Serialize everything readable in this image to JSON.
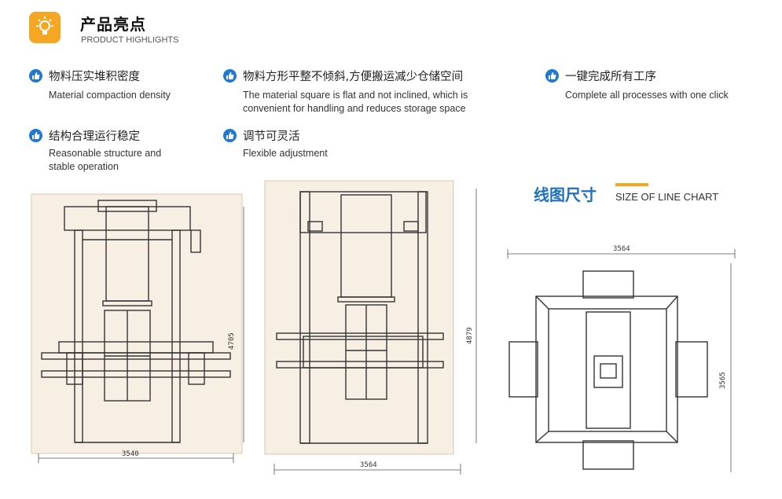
{
  "header": {
    "title": "产品亮点",
    "subtitle": "PRODUCT HIGHLIGHTS",
    "logo_icon": "lightbulb-icon",
    "accent": "#f5a623"
  },
  "features": [
    {
      "cn": "物料压实堆积密度",
      "en": [
        "Material compaction density"
      ]
    },
    {
      "cn": "物料方形平整不倾斜,方便搬运减少仓储空间",
      "en": [
        "The material square is flat and not inclined, which is",
        "convenient for handling and reduces storage space"
      ]
    },
    {
      "cn": "一键完成所有工序",
      "en": [
        "Complete all processes with one click"
      ]
    },
    {
      "cn": "结构合理运行稳定",
      "en": [
        "Reasonable structure and",
        "stable operation"
      ]
    },
    {
      "cn": "调节可灵活",
      "en": [
        "Flexible adjustment"
      ]
    }
  ],
  "feature_icon": "thumbs-up-icon",
  "feature_icon_color": "#1f78d1",
  "drawings_section": {
    "title": "线图尺寸",
    "subtitle": "SIZE OF LINE CHART",
    "title_color": "#1f6fbf"
  },
  "drawings": {
    "front_view": {
      "width_label": "3540",
      "height_label": "4705"
    },
    "side_view": {
      "width_label": "3564",
      "height_label": "4879"
    },
    "top_view": {
      "width_label": "3564",
      "height_label": "3565"
    }
  }
}
